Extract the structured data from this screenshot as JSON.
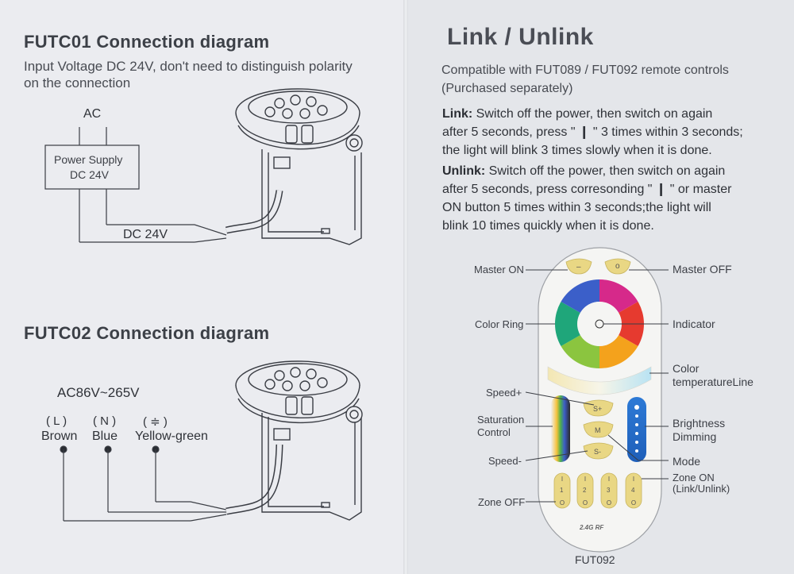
{
  "left": {
    "futc01": {
      "title": "FUTC01 Connection diagram",
      "line1": "Input Voltage DC 24V, don't need to distinguish polarity",
      "line2": "on the connection",
      "ac_label": "AC",
      "psu_line1": "Power Supply",
      "psu_line2": "DC 24V",
      "dc_label": "DC 24V"
    },
    "futc02": {
      "title": "FUTC02 Connection diagram",
      "voltage": "AC86V~265V",
      "wires": [
        {
          "symbol": "( L )",
          "name": "Brown"
        },
        {
          "symbol": "( N )",
          "name": "Blue"
        },
        {
          "symbol": "( ≑ )",
          "name": "Yellow-green"
        }
      ]
    }
  },
  "right": {
    "title": "Link / Unlink",
    "compat_line1": "Compatible with FUT089 / FUT092 remote controls",
    "compat_line2": "(Purchased separately)",
    "link": {
      "label": "Link:",
      "lines": [
        " Switch off the power, then switch on again",
        "after 5 seconds, press \" ❙ \" 3 times within 3 seconds;",
        "the light will blink 3 times slowly when it is done."
      ]
    },
    "unlink": {
      "label": "Unlink:",
      "lines": [
        " Switch off the power, then switch on again",
        "after 5 seconds, press corresonding \" ❙ \" or master",
        "ON button 5 times within 3 seconds;the light will",
        "blink 10 times quickly when it is done."
      ]
    },
    "remote": {
      "model": "FUT092",
      "rf_text": "2.4G RF",
      "callouts": {
        "master_on": "Master ON",
        "master_off": "Master OFF",
        "color_ring": "Color Ring",
        "indicator": "Indicator",
        "color_temp_1": "Color",
        "color_temp_2": "temperatureLine",
        "speed_plus": "Speed+",
        "saturation_1": "Saturation",
        "saturation_2": "Control",
        "brightness_1": "Brightness",
        "brightness_2": "Dimming",
        "speed_minus": "Speed-",
        "mode": "Mode",
        "zone_on_1": "Zone ON",
        "zone_on_2": "(Link/Unlink)",
        "zone_off": "Zone OFF"
      },
      "buttons": {
        "master_on": "–",
        "master_off": "o",
        "speed_plus": "S+",
        "mode": "M",
        "speed_minus": "S-",
        "zones": [
          "1",
          "2",
          "3",
          "4"
        ]
      }
    }
  }
}
